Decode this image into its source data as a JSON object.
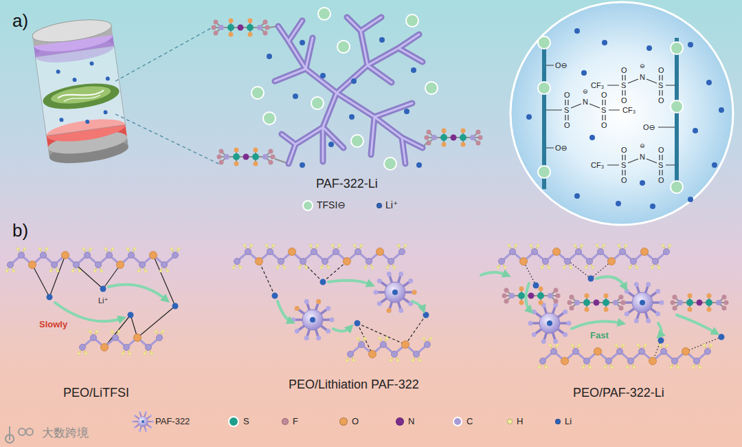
{
  "diagram": {
    "labels": [
      "a)",
      "PAF-322-Li",
      "O",
      "⊖",
      "O",
      "O⊖",
      "CF₃",
      "S",
      "N",
      "S",
      "O",
      "O",
      "⊖",
      "O",
      "O",
      "N",
      "S",
      "S",
      "CF₃",
      "O",
      "O",
      "O⊖",
      "O⊖",
      "⊖",
      "O",
      "O",
      "N",
      "CF₃",
      "S",
      "S",
      "O",
      "O",
      "b)",
      "Li⁺",
      "Slowly",
      "PEO/LiTFSI",
      "PEO/Lithiation PAF-322",
      "Fast",
      "PEO/PAF-322-Li",
      "大数跨境"
    ],
    "legend": [
      {
        "text": "TFSI⊖",
        "color": "#a6dcb6"
      },
      {
        "text": "Li⁺",
        "color": "#2f63b8"
      },
      {
        "text": "PAF-322"
      },
      {
        "text": "S",
        "color": "#1f9e8c"
      },
      {
        "text": "F",
        "color": "#c08a9a"
      },
      {
        "text": "O",
        "color": "#eba159"
      },
      {
        "text": "N",
        "color": "#7b2d8e"
      },
      {
        "text": "C",
        "color": "#a79bd6"
      },
      {
        "text": "H",
        "color": "#f3ee9e"
      },
      {
        "text": "Li",
        "color": "#2f63b8"
      }
    ]
  }
}
